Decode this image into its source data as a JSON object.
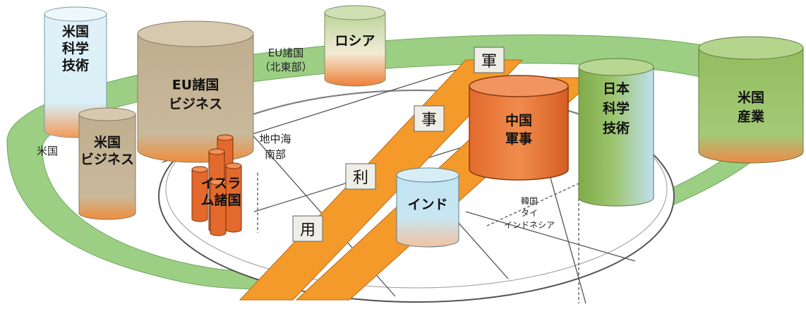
{
  "colors": {
    "ring_green": "#9ccf84",
    "orange_band": "#f39a2b",
    "tan_cylinder": "#c8b89a",
    "orange_cylinder": "#e36a2c",
    "green_cylinder": "#8db85a",
    "light_blue_cylinder": "#bfe3f2",
    "label_box": "#efeee6"
  },
  "cylinders": {
    "us_science": "米国\n科学\n技術",
    "us_business": "米国\nビジネス",
    "eu_business": "EU諸国\nビジネス",
    "russia": "ロシア",
    "china_military": "中国\n軍事",
    "india": "インド",
    "japan_science": "日本\n科学\n技術",
    "us_industry": "米国\n産業",
    "islam": "イスラ\nム諸国"
  },
  "region_labels": {
    "usa": "米国",
    "eu_northeast": "EU諸国\n（北東部）",
    "mediterranean_south": "地中海\n南部",
    "korea_thai_indonesia": "韓国\nタイ\nインドネシア"
  },
  "band_labels": {
    "military_chars": [
      "軍",
      "事"
    ],
    "use_chars": [
      "利",
      "用"
    ]
  }
}
